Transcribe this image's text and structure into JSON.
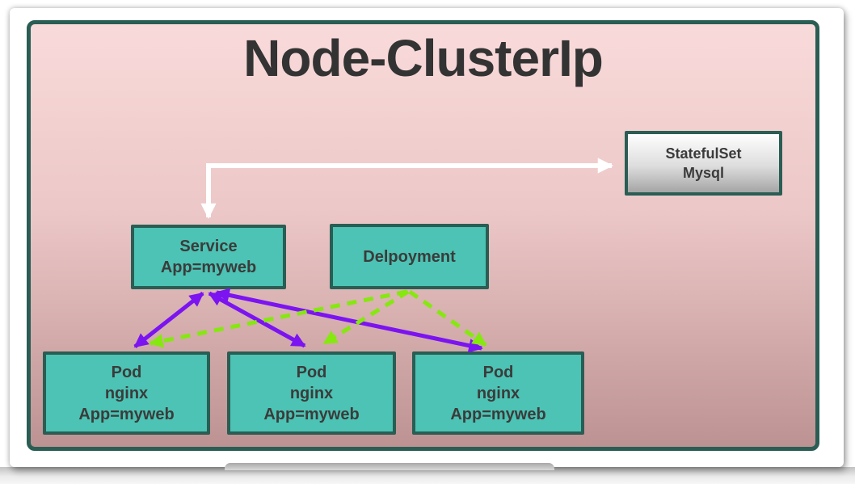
{
  "title": "Node-ClusterIp",
  "colors": {
    "container_fill_top": "#F9DADA",
    "container_fill_bottom": "#BD9292",
    "container_border": "#2A5D54",
    "node_fill": "#4CC3B4",
    "node_border": "#2A5D54",
    "node_text": "#3B3B3B",
    "statefulset_fill_top": "#FEFEFE",
    "statefulset_fill_bottom": "#A5A5A5",
    "arrow_white": "#FFFFFF",
    "arrow_purple": "#7B14F0",
    "arrow_green": "#85E80F"
  },
  "nodes": {
    "statefulset": {
      "lines": [
        "StatefulSet",
        "Mysql"
      ]
    },
    "service": {
      "lines": [
        "Service",
        "App=myweb"
      ]
    },
    "deployment": {
      "lines": [
        "Delpoyment"
      ]
    },
    "pod1": {
      "lines": [
        "Pod",
        "nginx",
        "App=myweb"
      ]
    },
    "pod2": {
      "lines": [
        "Pod",
        "nginx",
        "App=myweb"
      ]
    },
    "pod3": {
      "lines": [
        "Pod",
        "nginx",
        "App=myweb"
      ]
    }
  },
  "edges": [
    {
      "id": "service-statefulset",
      "from": "service",
      "to": "statefulset",
      "color": "white",
      "line": "solid-elbow",
      "arrowheads": "both"
    },
    {
      "id": "service-pod1",
      "from": "service",
      "to": "pod1",
      "color": "purple",
      "line": "solid",
      "arrowheads": "both"
    },
    {
      "id": "service-pod2",
      "from": "service",
      "to": "pod2",
      "color": "purple",
      "line": "solid",
      "arrowheads": "both"
    },
    {
      "id": "service-pod3",
      "from": "service",
      "to": "pod3",
      "color": "purple",
      "line": "solid",
      "arrowheads": "both"
    },
    {
      "id": "deployment-pod1",
      "from": "deployment",
      "to": "pod1",
      "color": "green",
      "line": "dashed",
      "arrowheads": "end"
    },
    {
      "id": "deployment-pod2",
      "from": "deployment",
      "to": "pod2",
      "color": "green",
      "line": "dashed",
      "arrowheads": "end"
    },
    {
      "id": "deployment-pod3",
      "from": "deployment",
      "to": "pod3",
      "color": "green",
      "line": "dashed",
      "arrowheads": "end"
    }
  ]
}
